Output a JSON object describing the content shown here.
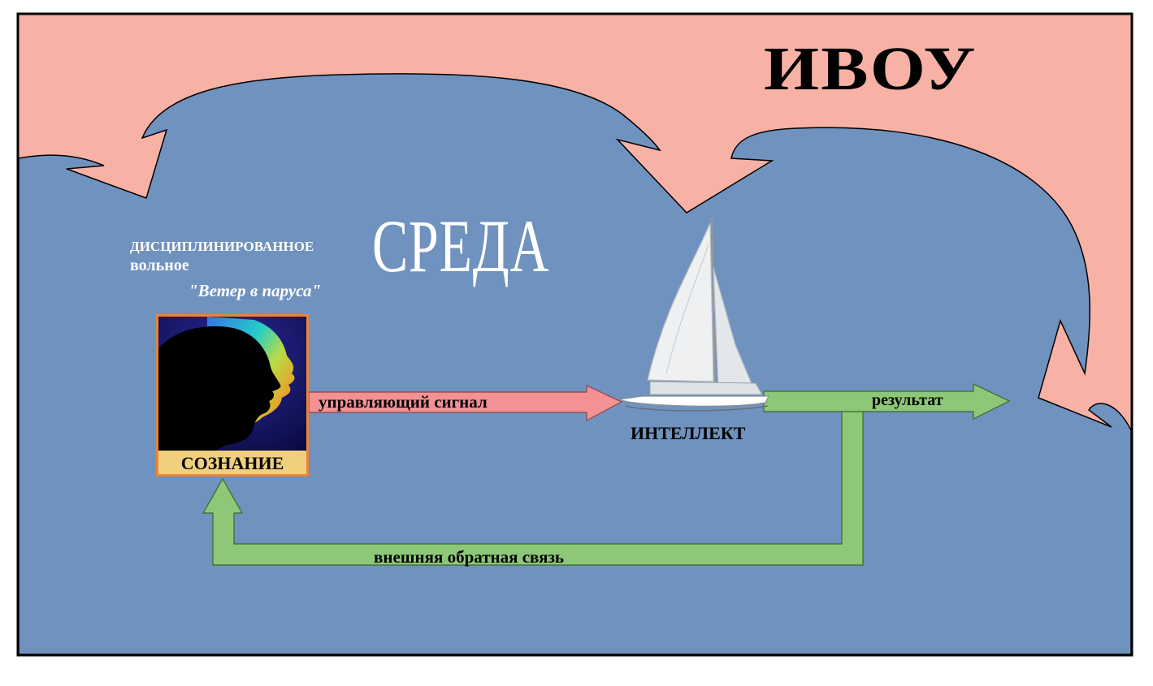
{
  "diagram": {
    "title_top": "ИВОУ",
    "environment_label": "СРЕДА",
    "mind_qualities": {
      "line1": "ДИСЦИПЛИНИРОВАННОЕ",
      "line2": "вольное",
      "line3": "\"Ветер в паруса\""
    },
    "consciousness_label": "СОЗНАНИЕ",
    "intellect_label": "ИНТЕЛЛЕКТ",
    "control_signal_label": "управляющий сигнал",
    "result_label": "результат",
    "feedback_label": "внешняя обратная связь"
  },
  "colors": {
    "environment_blue": "#7092bf",
    "outer_pink": "#f7b1a5",
    "signal_arrow": "#f39195",
    "feedback_green": "#8cc878",
    "consciousness_box_border": "#e8853a",
    "consciousness_box_fill": "#f0d07e"
  },
  "icons": {
    "boat": "sailing-catamaran-icon",
    "head": "human-head-profile-icon"
  }
}
